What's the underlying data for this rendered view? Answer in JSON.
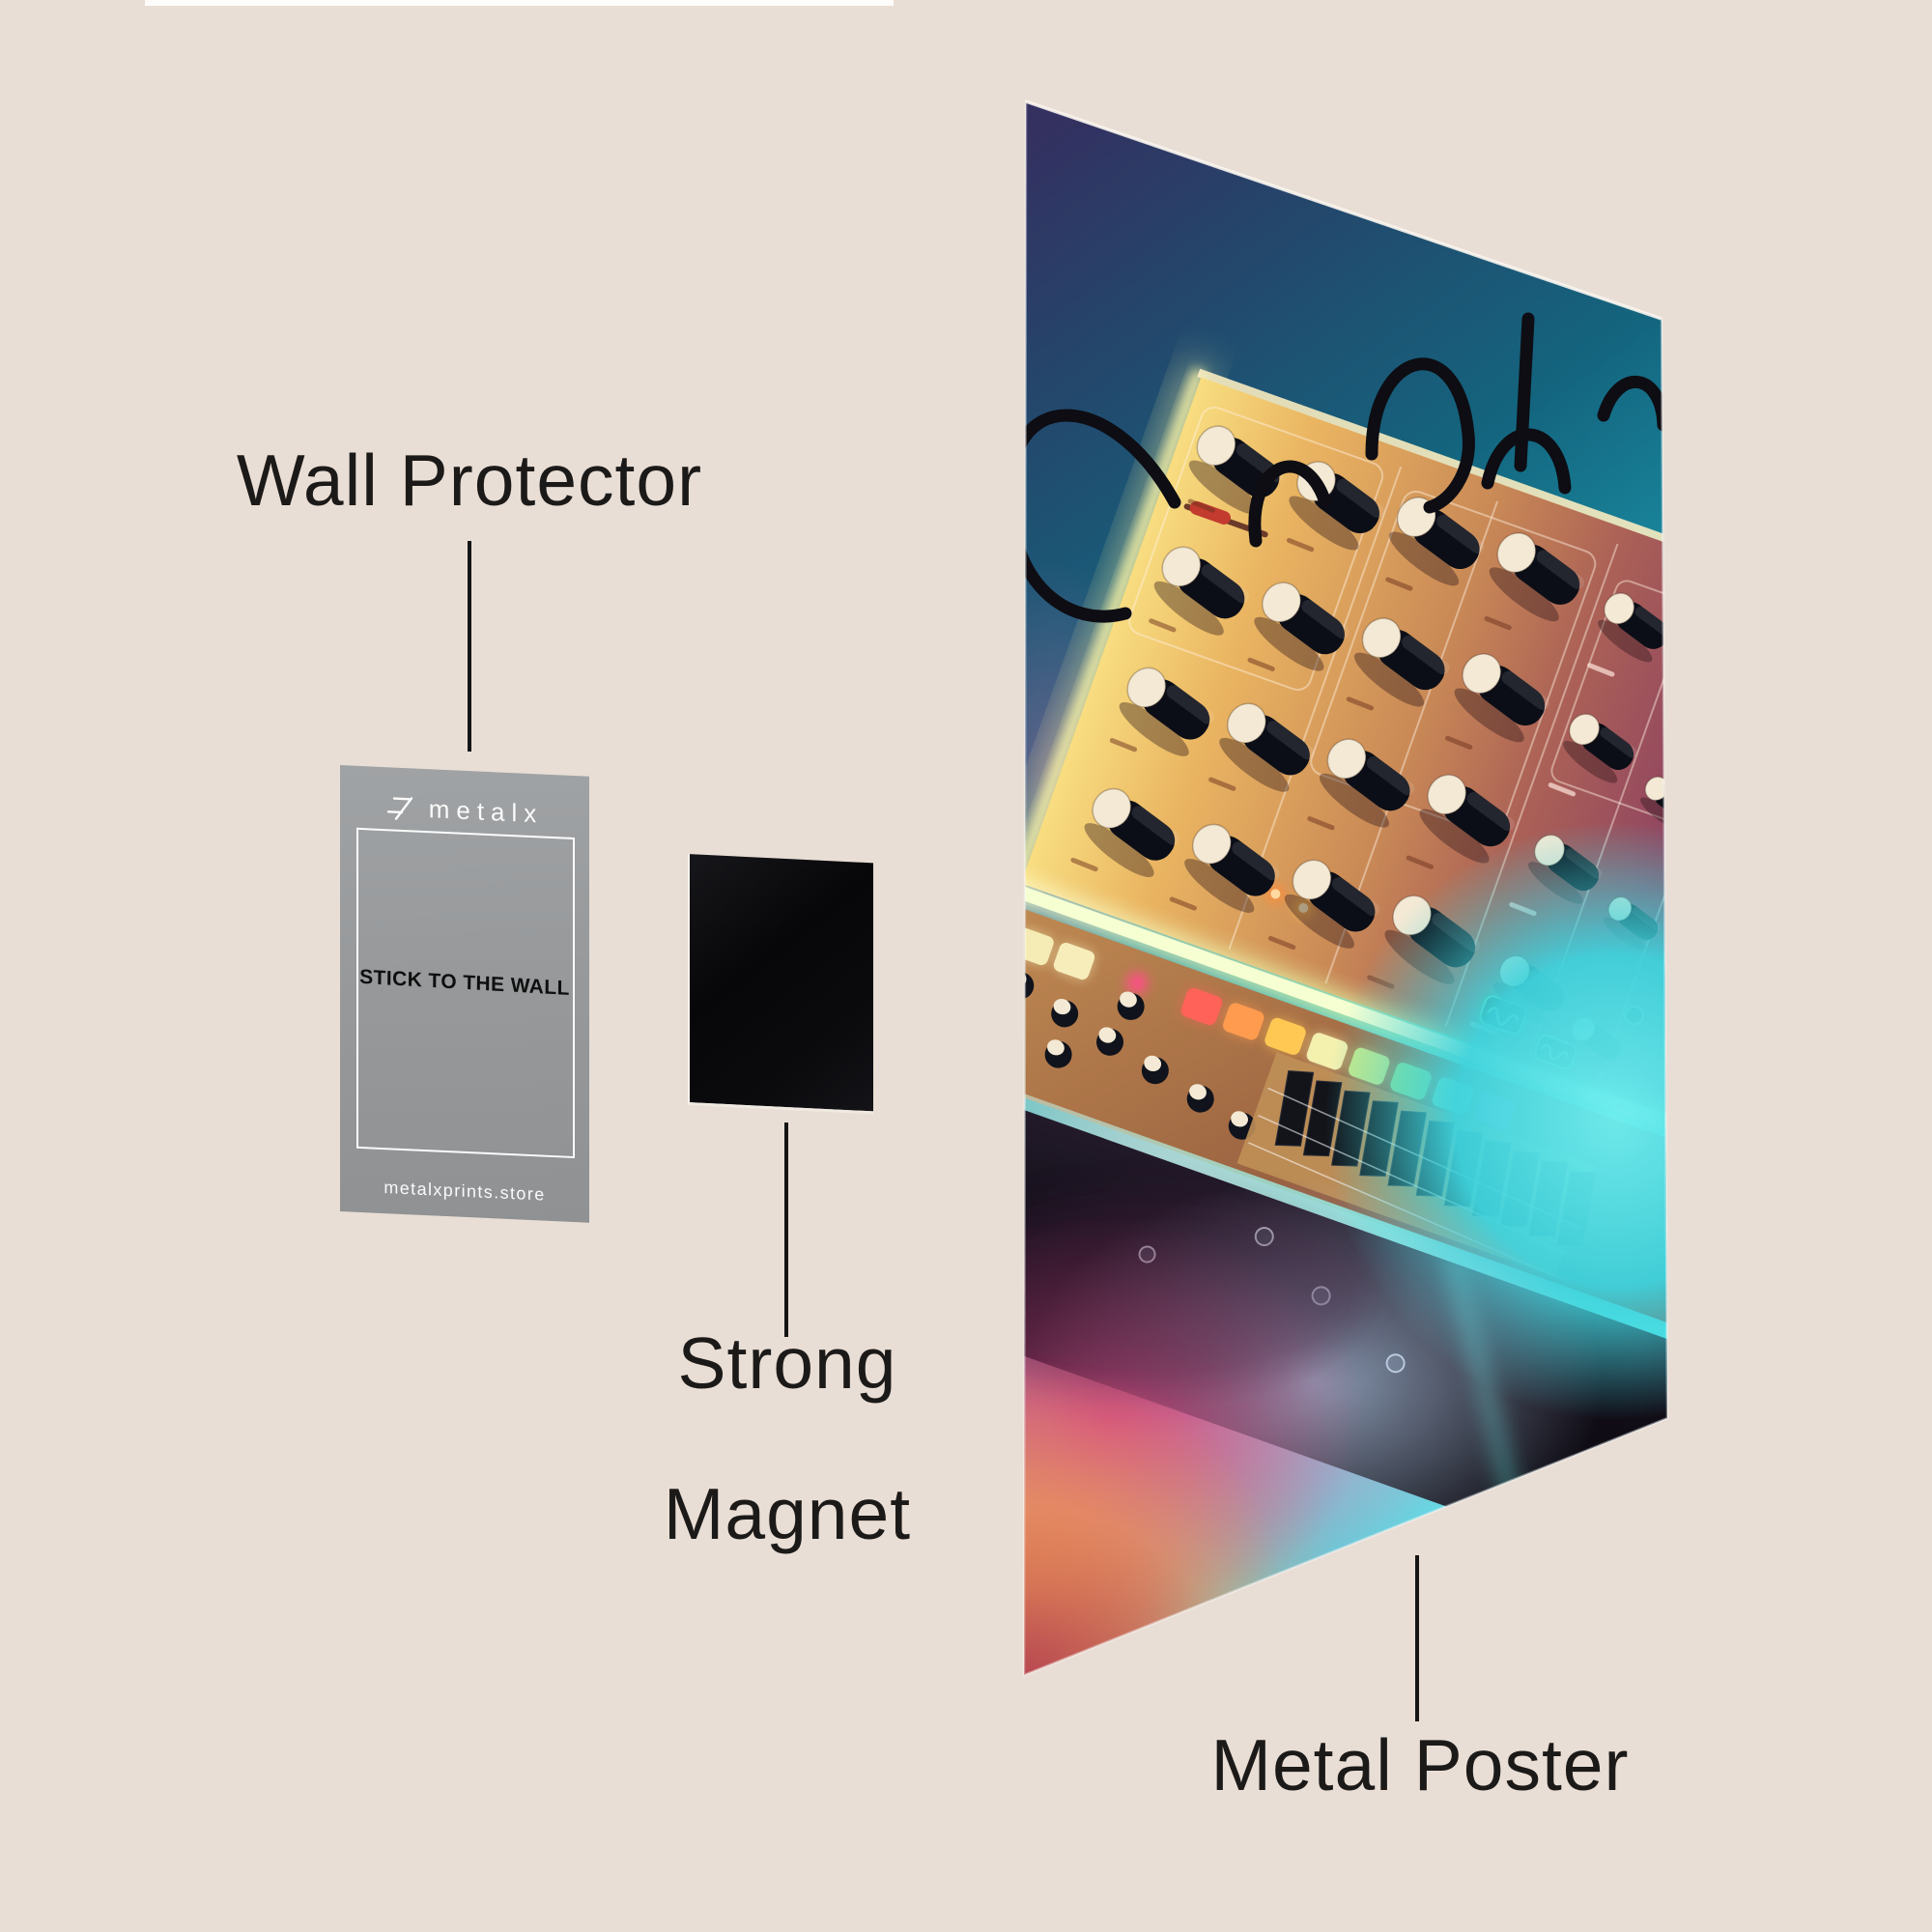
{
  "page": {
    "background_color": "#e9ded5",
    "top_edge_strip_color": "#fdfcfa",
    "text_color": "#1c1a19",
    "connector_line_color": "#151515"
  },
  "labels": {
    "wall_protector": "Wall Protector",
    "strong_line1": "Strong",
    "strong_line2": "Magnet",
    "metal_poster": "Metal Poster"
  },
  "wall_protector_card": {
    "brand_logo": "metalx",
    "center_text": "STICK TO THE WALL",
    "website": "metalxprints.store",
    "card_color": "#97999b",
    "logo_color": "#ffffff",
    "center_text_color": "#0f0f0f"
  },
  "magnet": {
    "color": "#0a0a0c",
    "edge_highlight": "#f7f2ec"
  },
  "poster": {
    "subject": "neon retro synthesizer artwork",
    "colors": {
      "background_indigo": "#343060",
      "background_teal": "#156a83",
      "background_cyan": "#57dde4",
      "panel_gold": "#f6d878",
      "panel_copper": "#c98955",
      "panel_maroon": "#83385a",
      "knob_body": "#0b0e17",
      "knob_cap": "#f3e9d4",
      "neon_green": "#d9f0a0",
      "neon_teal": "#5ff2e4",
      "glow_magenta": "#d6457f",
      "glow_orange": "#ef9b5a",
      "glow_red": "#b5424f",
      "cable_black": "#0d0d13"
    }
  }
}
